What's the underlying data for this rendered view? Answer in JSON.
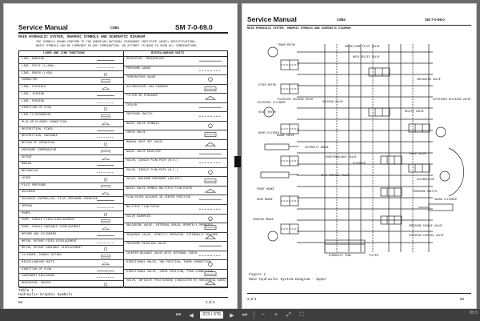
{
  "left_page": {
    "brand": "Service Manual",
    "code": "C884",
    "doc_number": "SM 7-0-69.0",
    "section_title": "MAIN HYDRAULIC SYSTEM, GRAPHIC SYMBOLS AND SCHEMATIC DIAGRAM",
    "intro_1": "THE SYMBOLS SHOWN CONFORM TO THE AMERICAN NATIONAL STANDARDS INSTITUTE (ANSI) SPECIFICATIONS.",
    "intro_2": "BASIC SYMBOLS CAN BE COMBINED IN ANY COMBINATION. NO ATTEMPT IS MADE TO SHOW ALL COMBINATIONS.",
    "col_left_header": "LINES AND LINE FUNCTIONS",
    "col_right_header": "MISCELLANEOUS UNITS",
    "left_items": [
      "LINE, WORKING",
      "LINE, PILOT (L>20W)",
      "LINE, DRAIN (L<5W)",
      "CONNECTOR",
      "LINE, FLEXIBLE",
      "LINE, JOINING",
      "LINE, PASSING",
      "DIRECTION OF FLOW",
      "LINE TO RESERVOIR",
      "PLUG OR PLUGGED CONNECTION",
      "RESTRICTION, FIXED",
      "RESTRICTION, VARIABLE",
      "METHOD OF OPERATION",
      "PRESSURE COMPENSATOR",
      "DETENT",
      "MANUAL",
      "MECHANICAL",
      "LEVER",
      "PILOT PRESSURE",
      "SOLENOID",
      "SOLENOID CONTROLLED, PILOT PRESSURE OPERATED",
      "SPRING",
      "PUMPS",
      "PUMP, SINGLE FIXED DISPLACEMENT",
      "PUMP, SINGLE VARIABLE DISPLACEMENT",
      "MOTORS AND CYLINDERS",
      "MOTOR, ROTARY FIXED DISPLACEMENT",
      "MOTOR, ROTARY VARIABLE DISPLACEMENT",
      "CYLINDER, DOUBLE ACTING",
      "MISCELLANEOUS UNITS",
      "DIRECTION OF FLOW",
      "COMPONENT ENCLOSURE",
      "RESERVOIR, VENTED"
    ],
    "right_items": [
      "RESERVOIR, PRESSURIZED",
      "PRESSURE GAUGE",
      "TEMPERATURE GAUGE",
      "ACCUMULATOR, GAS CHARGED",
      "FILTER OR STRAINER",
      "COOLER",
      "PRESSURE SWITCH",
      "BASIC VALVE SYMBOLS",
      "CHECK VALVE",
      "MANUAL SHUT OFF VALVE",
      "BASIC VALVE ENVELOPE",
      "VALVE, SINGLE FLOW PATH (N.O.)",
      "VALVE, SINGLE FLOW PATH (N.C.)",
      "VALVE, MAXIMUM PRESSURE (RELIEF)",
      "BASIC VALVE SYMBOL MULTIPLE FLOW PATHS",
      "FLOW PATHS BLOCKED IN CENTER POSITION",
      "MULTIPLE FLOW PATHS",
      "VALVE EXAMPLES",
      "UNLOADING VALVE, INTERNAL DRAIN, REMOTELY OPERATED",
      "SEQUENCE VALVE, DIRECTLY OPERATED, EXTERNALLY DRAINED",
      "PRESSURE REDUCING VALVE",
      "COUNTER BALANCE VALVE WITH INTEGRAL CHECK",
      "DIRECTIONAL VALVE, TWO POSITION, THREE CONNECTION",
      "DIRECTIONAL VALVE, THREE POSITION, FOUR CONNECTION",
      "VALVE, INFINITE POSITIONING (INDICATED BY HORIZONTAL BARS)"
    ],
    "table_label": "Table 1",
    "table_caption": "Hydraulic Graphic Symbols",
    "page_of": "2 of 3",
    "page_num": "58"
  },
  "right_page": {
    "brand": "Service Manual",
    "code": "C884",
    "doc_number": "SM 7-0-69.0",
    "section_title": "MAIN HYDRAULIC SYSTEM, GRAPHIC SYMBOLS AND SCHEMATIC DIAGRAM",
    "labels": [
      "TRANS MOTOR",
      "SWING PUMP PILOT VALVE",
      "MAIN RELIEF VALVE",
      "STEER MOTOR",
      "TELESCOPE CYLINDER",
      "HOIST MOTOR",
      "TELESCOPE HOLDING VALVE",
      "HOLDING VALVE",
      "UNLOADING VALVE",
      "OUTRIGGER BLOCKING VALVE",
      "BOOM CYLINDER",
      "RELIEF VALVE",
      "CHECK VALVE",
      "BRAKE VALVE",
      "AUTOMATIC BRAKE",
      "COUNTERBALANCE VALVE",
      "DIVERTER",
      "MAIN CONTROL VALVE",
      "FRONT BRAKE",
      "REAR BRAKE",
      "ACCUMULATOR",
      "PRESSURE SWITCH",
      "STEERING CONTROL VALVE",
      "PARKING BRAKE",
      "PRESSURE SOURCE VALVE",
      "SWING CYLINDER",
      "HYDRAULIC TANK",
      "FILTER"
    ],
    "figure_label": "Figure 1",
    "figure_caption": "Main Hydraulic System Diagram - Upper",
    "page_of": "2 of 3",
    "page_num": "59"
  },
  "toolbar": {
    "page_field": "373 / 376",
    "zoom_label": "89.5"
  }
}
